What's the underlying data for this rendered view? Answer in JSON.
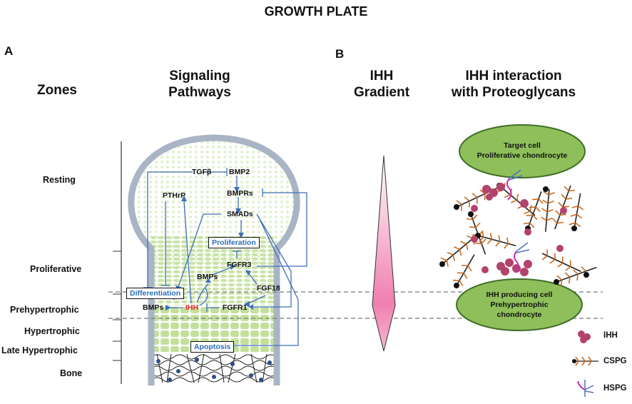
{
  "title": "GROWTH PLATE",
  "panel_a": {
    "letter": "A",
    "zones_header": "Zones",
    "signaling_header_line1": "Signaling",
    "signaling_header_line2": "Pathways",
    "zones": [
      "Resting",
      "Proliferative",
      "Prehypertrophic",
      "Hypertrophic",
      "Late Hypertrophic",
      "Bone"
    ],
    "molecules": {
      "tgfb": "TGFβ",
      "bmp2": "BMP2",
      "pthrp": "PTHrP",
      "bmprs": "BMPRs",
      "smads": "SMADs",
      "bmps_mid": "BMPs",
      "fgfr3": "FGFR3",
      "fgf18": "FGF18",
      "bmps_left": "BMPs",
      "ihh": "IHH",
      "fgfr1": "FGFR1"
    },
    "boxes": {
      "proliferation": "Proliferation",
      "differentiation": "Differentiation",
      "apoptosis": "Apoptosis"
    },
    "colors": {
      "arrow": "#3d6fb8",
      "ihh": "#e3262b",
      "outline": "#a9b4c4"
    }
  },
  "panel_b": {
    "letter": "B",
    "gradient_header_line1": "IHH",
    "gradient_header_line2": "Gradient",
    "interaction_header_line1": "IHH interaction",
    "interaction_header_line2": "with Proteoglycans",
    "target_cell_line1": "Target cell",
    "target_cell_line2": "Proliferative chondrocyte",
    "producing_cell_line1": "IHH producing cell",
    "producing_cell_line2": "Prehypertrophic",
    "producing_cell_line3": "chondrocyte",
    "legend": [
      {
        "label": "IHH",
        "icon": "ihh-icon"
      },
      {
        "label": "CSPG",
        "icon": "cspg-icon"
      },
      {
        "label": "HSPG",
        "icon": "hspg-icon"
      }
    ],
    "colors": {
      "cell": "#8fbf5a",
      "cell_border": "#3f6e26",
      "ihh": "#b2436a",
      "cspg": "#c96a1e",
      "hspg": "#c82eb0",
      "gradient_tip": "#f07fb0"
    }
  }
}
